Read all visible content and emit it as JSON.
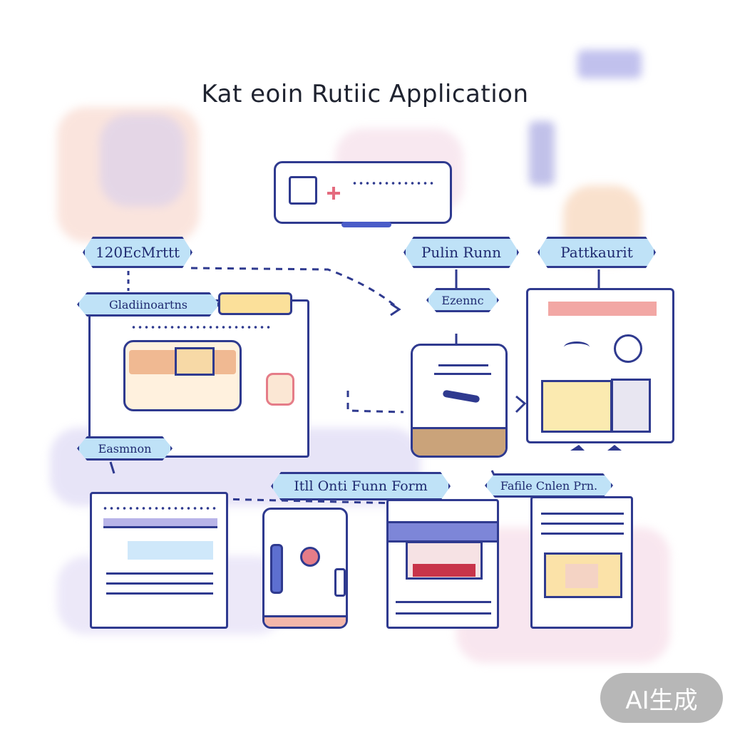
{
  "title": "Kat eoin Rutiic Application",
  "labels": {
    "top_left": "120EcMrttt",
    "top_mid": "Pulin Runn",
    "top_right": "Pattkaurit",
    "panel_left_header": "Gladiinoartns",
    "mid_small": "Ezennc",
    "left_small": "Easmnon",
    "form_banner": "Itll Onti Funn Form",
    "right_banner": "Fafile Cnlen Prn."
  },
  "badge": "AI生成",
  "colors": {
    "outline": "#2f3a8f",
    "tag_fill": "#bfe2f7",
    "lavender": "#c9c2ec",
    "peach": "#f7c9b8",
    "yellow": "#fbe7a8"
  }
}
